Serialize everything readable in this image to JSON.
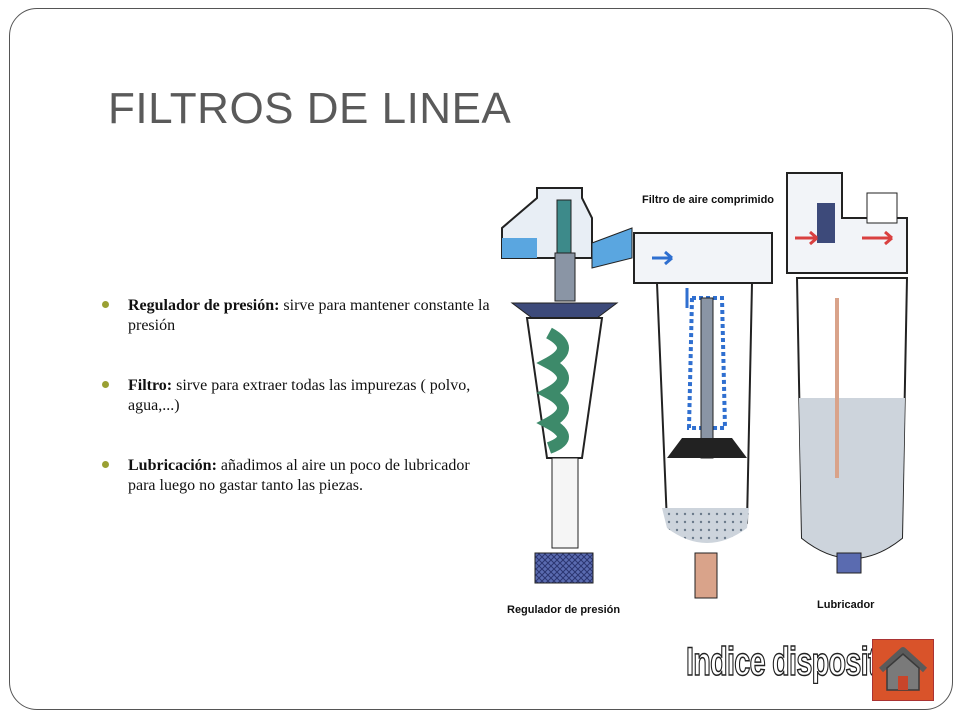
{
  "slide": {
    "title": "FILTROS DE LINEA",
    "bullets": [
      {
        "term": "Regulador de presión:",
        "text": " sirve para mantener constante la presión"
      },
      {
        "term": "Filtro:",
        "text": " sirve para extraer todas las impurezas ( polvo, agua,...)"
      },
      {
        "term": "Lubricación:",
        "text": " añadimos al aire un poco de lubricador para luego no gastar tanto las piezas."
      }
    ]
  },
  "diagram": {
    "labels": {
      "filter": "Filtro de aire comprimido",
      "regulator": "Regulador de presión",
      "lubricator": "Lubricador"
    }
  },
  "nav": {
    "link_label": "Indice dispositivos",
    "home_icon": "house-icon"
  },
  "colors": {
    "bullet": "#9aa033",
    "home_button": "#d9532a",
    "diagram_blue": "#2f6fd0",
    "diagram_water": "#cdd4dc"
  }
}
